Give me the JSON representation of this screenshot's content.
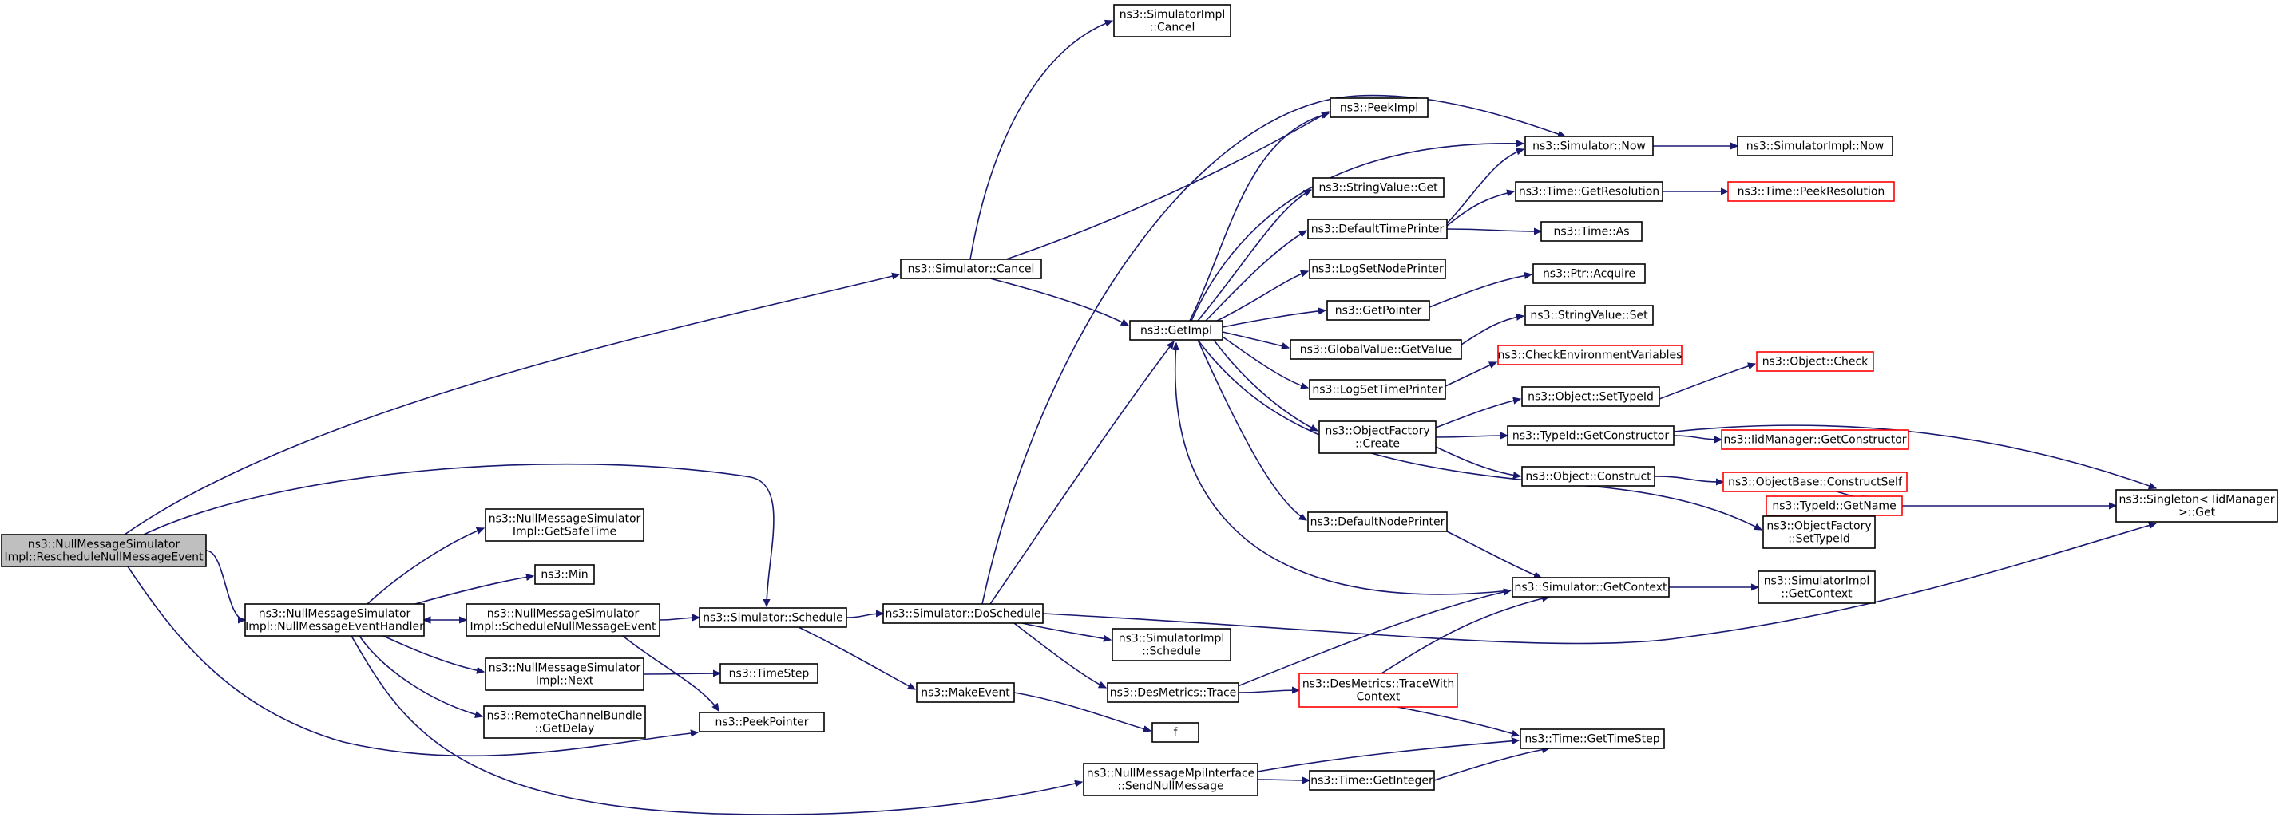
{
  "diagram": {
    "colors": {
      "edge": "#191970",
      "node_border": "#000000",
      "truncated_border": "#ff0000",
      "root_fill": "#bfbfbf",
      "node_fill": "#ffffff"
    },
    "nodes": [
      {
        "id": "root",
        "lines": [
          "ns3::NullMessageSimulator",
          "Impl::RescheduleNullMessageEvent"
        ],
        "style": "root"
      },
      {
        "id": "handler",
        "lines": [
          "ns3::NullMessageSimulator",
          "Impl::NullMessageEventHandler"
        ]
      },
      {
        "id": "getsafetime",
        "lines": [
          "ns3::NullMessageSimulator",
          "Impl::GetSafeTime"
        ]
      },
      {
        "id": "min",
        "lines": [
          "ns3::Min"
        ]
      },
      {
        "id": "schedulenull",
        "lines": [
          "ns3::NullMessageSimulator",
          "Impl::ScheduleNullMessageEvent"
        ]
      },
      {
        "id": "next",
        "lines": [
          "ns3::NullMessageSimulator",
          "Impl::Next"
        ]
      },
      {
        "id": "remotedelay",
        "lines": [
          "ns3::RemoteChannelBundle",
          "::GetDelay"
        ]
      },
      {
        "id": "peekpointer",
        "lines": [
          "ns3::PeekPointer"
        ]
      },
      {
        "id": "timestep",
        "lines": [
          "ns3::TimeStep"
        ]
      },
      {
        "id": "simschedule",
        "lines": [
          "ns3::Simulator::Schedule"
        ]
      },
      {
        "id": "doschedule",
        "lines": [
          "ns3::Simulator::DoSchedule"
        ]
      },
      {
        "id": "makeevent",
        "lines": [
          "ns3::MakeEvent"
        ]
      },
      {
        "id": "f",
        "lines": [
          "f"
        ]
      },
      {
        "id": "simcancel",
        "lines": [
          "ns3::Simulator::Cancel"
        ]
      },
      {
        "id": "implcancel",
        "lines": [
          "ns3::SimulatorImpl",
          "::Cancel"
        ]
      },
      {
        "id": "implschedule",
        "lines": [
          "ns3::SimulatorImpl",
          "::Schedule"
        ]
      },
      {
        "id": "destrace",
        "lines": [
          "ns3::DesMetrics::Trace"
        ]
      },
      {
        "id": "sendnull",
        "lines": [
          "ns3::NullMessageMpiInterface",
          "::SendNullMessage"
        ]
      },
      {
        "id": "getimpl",
        "lines": [
          "ns3::GetImpl"
        ]
      },
      {
        "id": "peekimpl",
        "lines": [
          "ns3::PeekImpl"
        ]
      },
      {
        "id": "stringget",
        "lines": [
          "ns3::StringValue::Get"
        ]
      },
      {
        "id": "defaulttime",
        "lines": [
          "ns3::DefaultTimePrinter"
        ]
      },
      {
        "id": "lognode",
        "lines": [
          "ns3::LogSetNodePrinter"
        ]
      },
      {
        "id": "getpointer",
        "lines": [
          "ns3::GetPointer"
        ]
      },
      {
        "id": "globalget",
        "lines": [
          "ns3::GlobalValue::GetValue"
        ]
      },
      {
        "id": "logtime",
        "lines": [
          "ns3::LogSetTimePrinter"
        ]
      },
      {
        "id": "ofcreate",
        "lines": [
          "ns3::ObjectFactory",
          "::Create"
        ]
      },
      {
        "id": "defaultnode",
        "lines": [
          "ns3::DefaultNodePrinter"
        ]
      },
      {
        "id": "simnow",
        "lines": [
          "ns3::Simulator::Now"
        ]
      },
      {
        "id": "implnow",
        "lines": [
          "ns3::SimulatorImpl::Now"
        ]
      },
      {
        "id": "getres",
        "lines": [
          "ns3::Time::GetResolution"
        ]
      },
      {
        "id": "peekres",
        "lines": [
          "ns3::Time::PeekResolution"
        ],
        "style": "truncated"
      },
      {
        "id": "timeas",
        "lines": [
          "ns3::Time::As"
        ]
      },
      {
        "id": "ptracquire",
        "lines": [
          "ns3::Ptr::Acquire"
        ]
      },
      {
        "id": "stringset",
        "lines": [
          "ns3::StringValue::Set"
        ]
      },
      {
        "id": "checkenv",
        "lines": [
          "ns3::CheckEnvironmentVariables"
        ],
        "style": "truncated"
      },
      {
        "id": "settypeid",
        "lines": [
          "ns3::Object::SetTypeId"
        ]
      },
      {
        "id": "objcheck",
        "lines": [
          "ns3::Object::Check"
        ],
        "style": "truncated"
      },
      {
        "id": "tidctor",
        "lines": [
          "ns3::TypeId::GetConstructor"
        ]
      },
      {
        "id": "iidctor",
        "lines": [
          "ns3::IidManager::GetConstructor"
        ],
        "style": "truncated"
      },
      {
        "id": "objconstruct",
        "lines": [
          "ns3::Object::Construct"
        ]
      },
      {
        "id": "constructself",
        "lines": [
          "ns3::ObjectBase::ConstructSelf"
        ],
        "style": "truncated"
      },
      {
        "id": "tidname",
        "lines": [
          "ns3::TypeId::GetName"
        ],
        "style": "truncated"
      },
      {
        "id": "singleton",
        "lines": [
          "ns3::Singleton< IidManager",
          " >::Get"
        ]
      },
      {
        "id": "ofsettypeid",
        "lines": [
          "ns3::ObjectFactory",
          "::SetTypeId"
        ]
      },
      {
        "id": "getcontext",
        "lines": [
          "ns3::Simulator::GetContext"
        ]
      },
      {
        "id": "implgetcontext",
        "lines": [
          "ns3::SimulatorImpl",
          "::GetContext"
        ]
      },
      {
        "id": "tracewith",
        "lines": [
          "ns3::DesMetrics::TraceWith",
          "Context"
        ],
        "style": "truncated"
      },
      {
        "id": "gettimestep",
        "lines": [
          "ns3::Time::GetTimeStep"
        ]
      },
      {
        "id": "getinteger",
        "lines": [
          "ns3::Time::GetInteger"
        ]
      }
    ]
  }
}
